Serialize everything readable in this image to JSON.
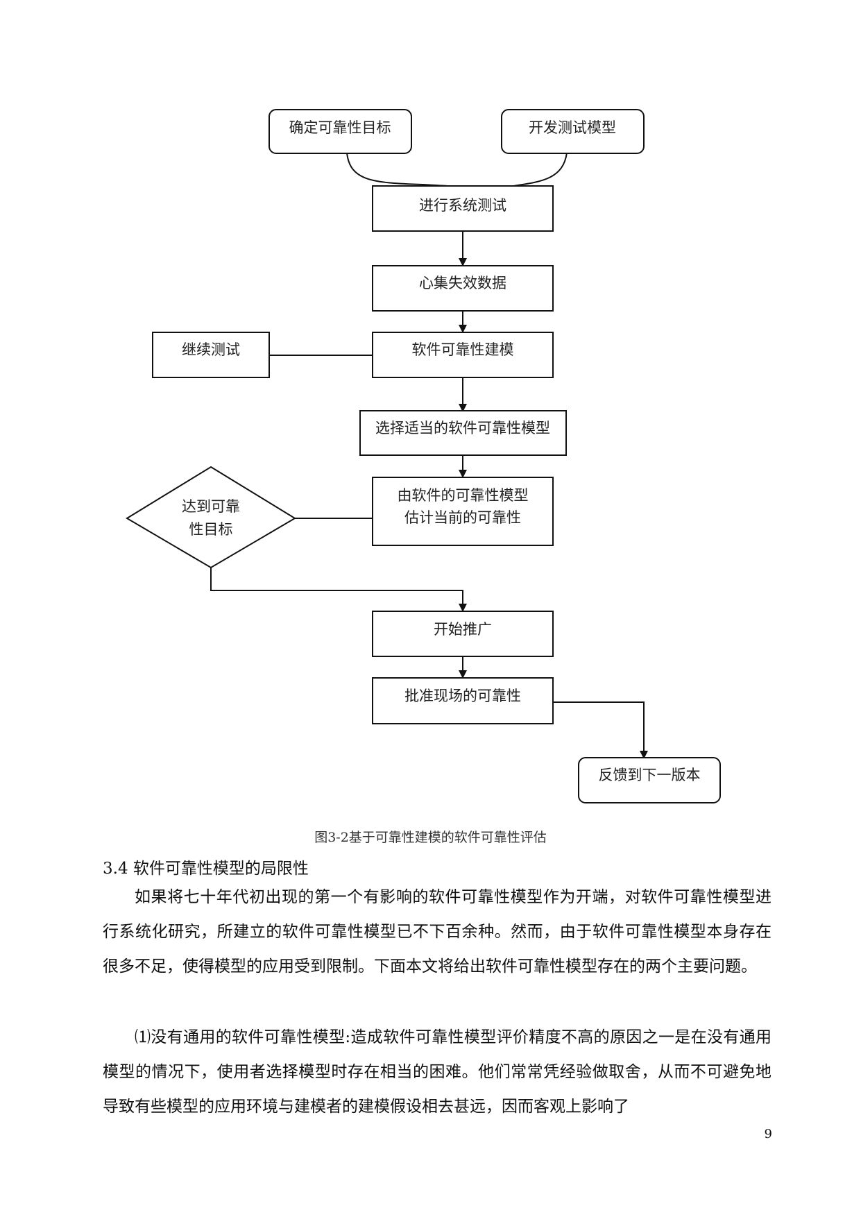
{
  "flowchart": {
    "nodes": {
      "goal": "确定可靠性目标",
      "model_dev": "开发测试模型",
      "system_test": "进行系统测试",
      "collect": "心集失效数据",
      "modeling": "软件可靠性建模",
      "continue_test": "继续测试",
      "select_model": "选择适当的软件可靠性模型",
      "estimate_line1": "由软件的可靠性模型",
      "estimate_line2": "估计当前的可靠性",
      "decision_line1": "达到可靠",
      "decision_line2": "性目标",
      "promote": "开始推广",
      "approve": "批准现场的可靠性",
      "feedback": "反馈到下一版本"
    }
  },
  "figure_caption": "图3-2基于可靠性建模的软件可靠性评估",
  "section": {
    "heading": "3.4  软件可靠性模型的局限性",
    "paragraph1": "如果将七十年代初出现的第一个有影响的软件可靠性模型作为开端，对软件可靠性模型进行系统化研究，所建立的软件可靠性模型已不下百余种。然而，由于软件可靠性模型本身存在很多不足，使得模型的应用受到限制。下面本文将给出软件可靠性模型存在的两个主要问题。",
    "paragraph2": "⑴没有通用的软件可靠性模型:造成软件可靠性模型评价精度不高的原因之一是在没有通用模型的情况下，使用者选择模型时存在相当的困难。他们常常凭经验做取舍，从而不可避免地导致有些模型的应用环境与建模者的建模假设相去甚远，因而客观上影响了"
  },
  "page_number": "9"
}
